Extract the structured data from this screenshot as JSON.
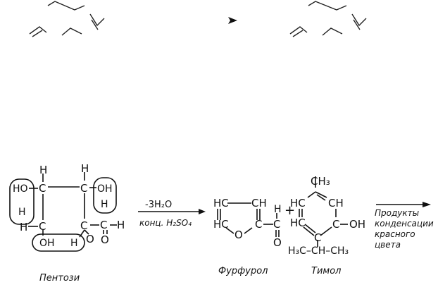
{
  "pentose": {
    "H_top_left": "H",
    "H_top_right": "H",
    "OH_left": "HO",
    "OH_right": "OH",
    "C_top_left": "C",
    "C_top_right": "C",
    "C_bottom_left": "C",
    "C_bottom_right": "C",
    "H_mid_left": "H",
    "H_mid_right": "H",
    "H_bottom_left": "H",
    "H_ald": "H",
    "C_ald": "C",
    "O_ald": "O",
    "O_ring": "O",
    "OH_bottom": "OH",
    "H_bottom": "H",
    "label": "Пентози"
  },
  "reaction": {
    "loss": "-3H₂O",
    "reagent": "конц. H₂SO₄"
  },
  "furfural": {
    "HC_top": "HC",
    "CH_top": "CH",
    "HC_bottom": "HC",
    "C_right": "C",
    "O_ring": "O",
    "C_ald": "C",
    "H_ald": "H",
    "O_ald": "O",
    "label": "Фурфурол"
  },
  "plus": "+",
  "thymol": {
    "CH3": "CH₃",
    "HC_top": "HC",
    "CH_top": "CH",
    "HC_bottom": "HC",
    "C_OH": "C",
    "OH": "OH",
    "C_bottom": "C",
    "isopropyl": "H₃C–CH–CH₃",
    "label": "Тимол"
  },
  "products": {
    "line1": "Продукты",
    "line2": "конденсации",
    "line3": "красного",
    "line4": "цвета"
  }
}
